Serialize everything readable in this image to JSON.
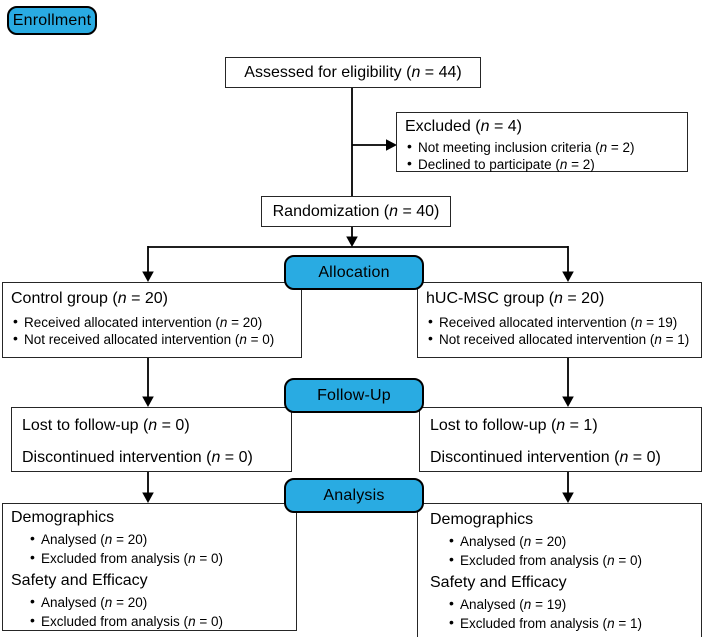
{
  "palette": {
    "badge_blue": "#29ABE2",
    "box_border": "#262626",
    "line_color": "#000000",
    "background": "#FFFFFF"
  },
  "stages": {
    "enrollment": "Enrollment",
    "allocation": "Allocation",
    "followup": "Follow-Up",
    "analysis": "Analysis"
  },
  "boxes": {
    "assessed": {
      "title": "Assessed for eligibility (n = 44)"
    },
    "excluded": {
      "title": "Excluded (n = 4)",
      "bullets": [
        "Not meeting inclusion criteria (n = 2)",
        "Declined to participate (n = 2)"
      ]
    },
    "randomization": {
      "title": "Randomization (n = 40)"
    },
    "control": {
      "title": "Control group (n = 20)",
      "bullets": [
        "Received allocated intervention (n = 20)",
        "Not received allocated intervention (n = 0)"
      ]
    },
    "huc_msc": {
      "title": "hUC-MSC group (n = 20)",
      "bullets": [
        "Received allocated intervention (n = 19)",
        "Not received allocated intervention (n = 1)"
      ]
    },
    "followup_left": {
      "lines": [
        "Lost to follow-up (n = 0)",
        "Discontinued intervention (n = 0)"
      ]
    },
    "followup_right": {
      "lines": [
        "Lost to follow-up (n = 1)",
        "Discontinued intervention (n = 0)"
      ]
    },
    "analysis_left": {
      "sections": [
        {
          "heading": "Demographics",
          "bullets": [
            "Analysed (n = 20)",
            "Excluded from analysis (n = 0)"
          ]
        },
        {
          "heading": "Safety and Efficacy",
          "bullets": [
            "Analysed (n = 20)",
            "Excluded from analysis (n = 0)"
          ]
        }
      ]
    },
    "analysis_right": {
      "sections": [
        {
          "heading": "Demographics",
          "bullets": [
            "Analysed (n = 20)",
            "Excluded from analysis (n = 0)"
          ]
        },
        {
          "heading": "Safety and Efficacy",
          "bullets": [
            "Analysed (n = 19)",
            "Excluded from analysis (n = 1)"
          ]
        }
      ]
    }
  }
}
